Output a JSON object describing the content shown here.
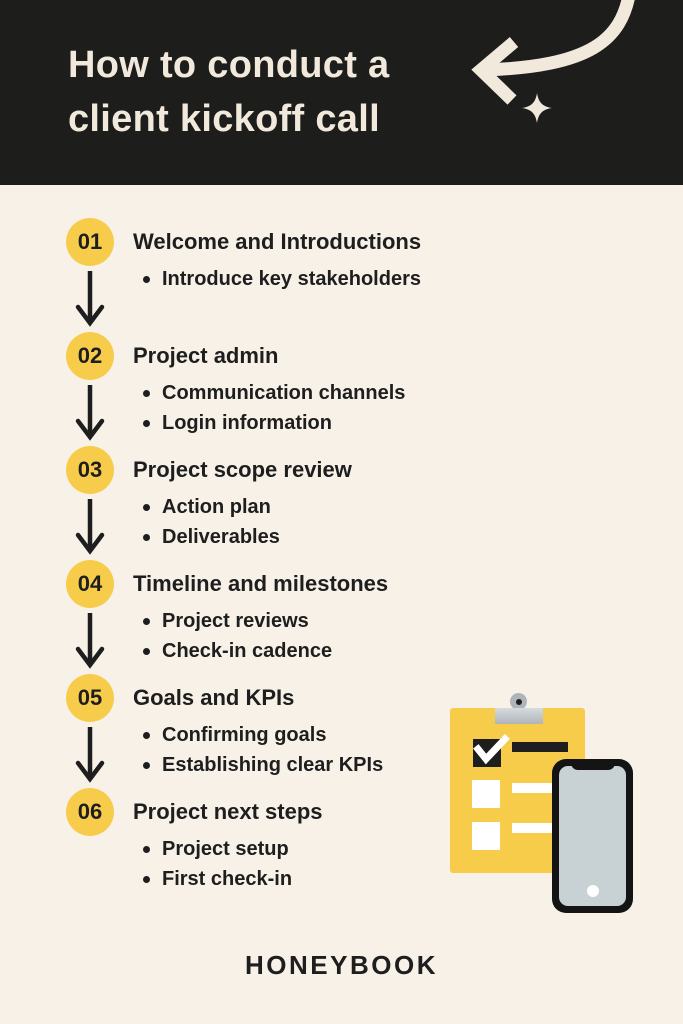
{
  "header": {
    "title_line1": "How to conduct a",
    "title_line2": "client kickoff call"
  },
  "steps": [
    {
      "number": "01",
      "title": "Welcome and Introductions",
      "bullets": [
        "Introduce key stakeholders"
      ]
    },
    {
      "number": "02",
      "title": "Project admin",
      "bullets": [
        "Communication channels",
        "Login information"
      ]
    },
    {
      "number": "03",
      "title": "Project scope review",
      "bullets": [
        "Action plan",
        "Deliverables"
      ]
    },
    {
      "number": "04",
      "title": "Timeline and milestones",
      "bullets": [
        "Project reviews",
        "Check-in cadence"
      ]
    },
    {
      "number": "05",
      "title": "Goals and KPIs",
      "bullets": [
        "Confirming goals",
        "Establishing clear KPIs"
      ]
    },
    {
      "number": "06",
      "title": "Project next steps",
      "bullets": [
        "Project setup",
        "First check-in"
      ]
    }
  ],
  "footer": {
    "brand": "HONEYBOOK"
  },
  "icons": {
    "header_arrow": "curved-arrow-left-icon",
    "header_sparkle": "sparkle-icon",
    "step_connector": "down-arrow-icon",
    "illustration": [
      "clipboard-checklist",
      "smartphone"
    ]
  },
  "colors": {
    "background": "#F7F1E8",
    "header_background": "#1D1D1B",
    "header_text": "#F2E9DD",
    "accent_yellow": "#F8CC4B",
    "text": "#1E1E1E",
    "phone_screen": "#C8D2D5",
    "clip_silver": "#AEB4B9"
  }
}
